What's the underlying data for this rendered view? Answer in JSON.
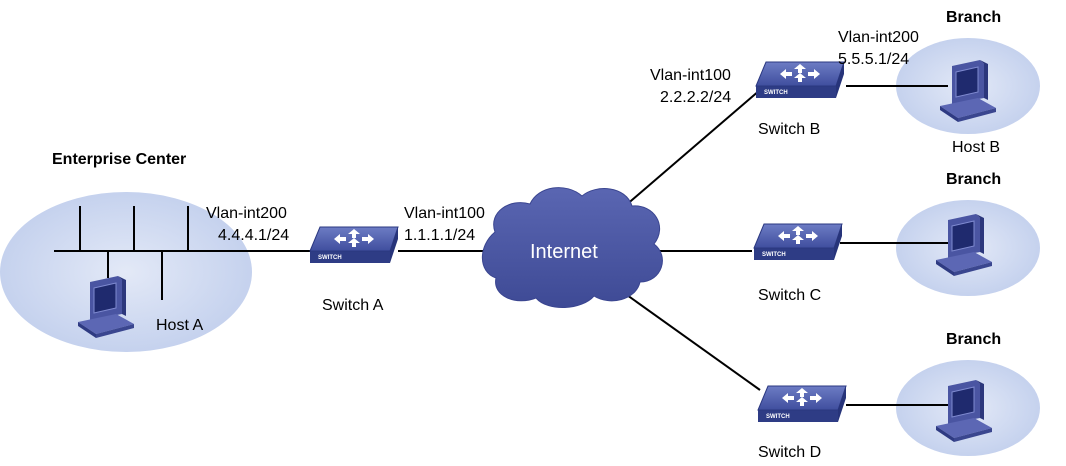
{
  "enterprise": {
    "title": "Enterprise Center",
    "host_label": "Host A"
  },
  "switch_a": {
    "name": "Switch A",
    "left_if": "Vlan-int200",
    "left_ip": "4.4.4.1/24",
    "right_if": "Vlan-int100",
    "right_ip": "1.1.1.1/24"
  },
  "internet": {
    "label": "Internet"
  },
  "switch_b": {
    "name": "Switch B",
    "wan_if": "Vlan-int100",
    "wan_ip": "2.2.2.2/24",
    "lan_if": "Vlan-int200",
    "lan_ip": "5.5.5.1/24"
  },
  "switch_c": {
    "name": "Switch C"
  },
  "switch_d": {
    "name": "Switch D"
  },
  "branches": [
    {
      "title": "Branch",
      "host_label": "Host B"
    },
    {
      "title": "Branch"
    },
    {
      "title": "Branch"
    }
  ],
  "switch_logo_text": "SWITCH",
  "colors": {
    "cloud": "#4a55a2",
    "switch": "#3b4b9a",
    "zone": "#c8d4ee",
    "line": "#000000"
  }
}
